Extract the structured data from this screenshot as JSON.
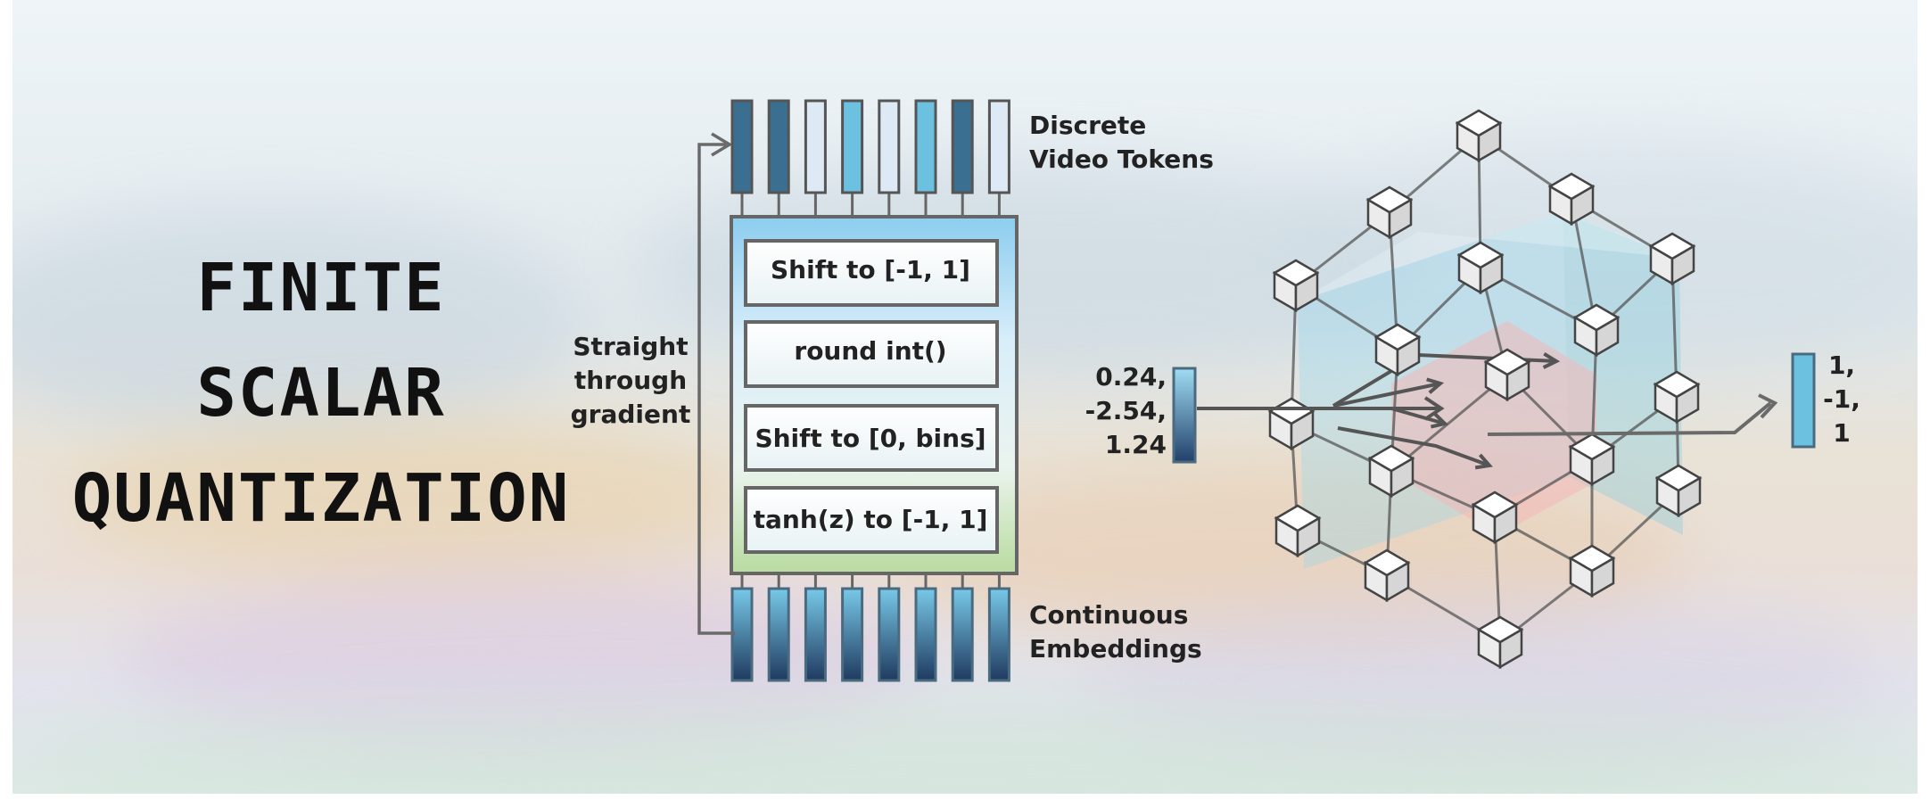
{
  "title": {
    "line1": "FINITE",
    "line2": "SCALAR",
    "line3": "QUANTIZATION"
  },
  "token_stack": {
    "top_label": [
      "Discrete",
      "Video Tokens"
    ],
    "bottom_label": [
      "Continuous",
      "Embeddings"
    ],
    "side_label": [
      "Straight",
      "through",
      "gradient"
    ],
    "steps": [
      "Shift to [-1, 1]",
      "round int()",
      "Shift to [0, bins]",
      "tanh(z) to [-1, 1]"
    ],
    "token_shades": [
      "#3b6f91",
      "#3b6f91",
      "#dde9f5",
      "#6cc1e0",
      "#dde9f5",
      "#6cc1e0",
      "#3b6f91",
      "#dde9f5"
    ]
  },
  "cube": {
    "input_values": [
      "0.24,",
      "-2.54,",
      "1.24"
    ],
    "output_values": [
      "1,",
      "-1,",
      "1"
    ]
  },
  "colors": {
    "cyan": "#8fd8ee",
    "pink": "#f2b8b8",
    "stroke": "#555555",
    "dark_blue": "#1f3a5f"
  }
}
